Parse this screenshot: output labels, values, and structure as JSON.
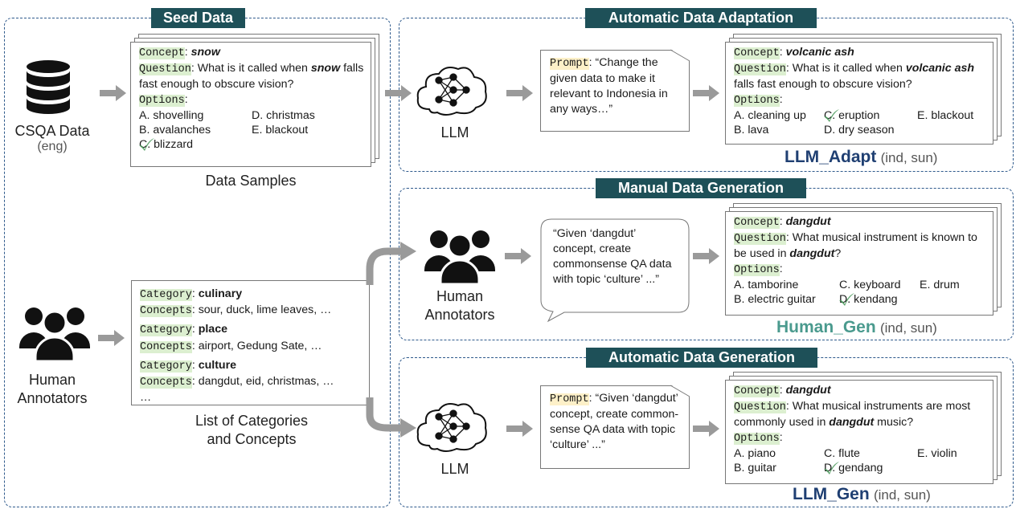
{
  "seed": {
    "title": "Seed Data",
    "csqa_label": "CSQA Data",
    "csqa_sub": "(eng)",
    "data_samples_label": "Data Samples",
    "sample": {
      "concept_key": "Concept",
      "concept_value": "snow",
      "question_key": "Question",
      "question_pre": "What is it called when ",
      "question_em": "snow",
      "question_post": " falls fast enough to obscure vision?",
      "options_key": "Options",
      "options": [
        "A. shovelling",
        "D. christmas",
        "B. avalanches",
        "E. blackout",
        "C. blizzard"
      ]
    },
    "human_label_1": "Human",
    "human_label_2": "Annotators",
    "list_label_1": "List of Categories",
    "list_label_2": "and Concepts",
    "list": {
      "category_key": "Category",
      "concepts_key": "Concepts",
      "items": [
        {
          "category": "culinary",
          "concepts": "sour, duck, lime leaves, …"
        },
        {
          "category": "place",
          "concepts": "airport, Gedung Sate, …"
        },
        {
          "category": "culture",
          "concepts": "dangdut, eid, christmas, …"
        }
      ],
      "ellipsis": "…"
    }
  },
  "adapt": {
    "title": "Automatic Data Adaptation",
    "llm_label": "LLM",
    "prompt_key": "Prompt",
    "prompt_text": ": “Change the given data to make it relevant to Indonesia in any ways…”",
    "sample": {
      "concept_key": "Concept",
      "concept_value": "volcanic ash",
      "question_key": "Question",
      "question_pre": "What is it called when ",
      "question_em": "volcanic ash",
      "question_post": " falls fast enough to obscure vision?",
      "options_key": "Options",
      "options": [
        "A. cleaning up",
        "C. eruption",
        "E. blackout",
        "B. lava",
        "D. dry season"
      ]
    },
    "result_name": "LLM_Adapt",
    "result_ext": "(ind, sun)"
  },
  "manual": {
    "title": "Manual Data Generation",
    "human_label_1": "Human",
    "human_label_2": "Annotators",
    "bubble_text": "“Given ‘dangdut’ concept, create commonsense QA data with topic ‘culture’ ...”",
    "sample": {
      "concept_key": "Concept",
      "concept_value": "dangdut",
      "question_key": "Question",
      "question_pre": "What musical instrument is known to be used in ",
      "question_em": "dangdut",
      "question_post": "?",
      "options_key": "Options",
      "options": [
        "A. tamborine",
        "C. keyboard",
        "E. drum",
        "B. electric guitar",
        "D. kendang"
      ]
    },
    "result_name": "Human_Gen",
    "result_ext": "(ind, sun)"
  },
  "autogen": {
    "title": "Automatic Data Generation",
    "llm_label": "LLM",
    "prompt_key": "Prompt",
    "prompt_text": ": “Given ‘dangdut’ concept, create common-sense QA data with topic ‘culture’ ...”",
    "sample": {
      "concept_key": "Concept",
      "concept_value": "dangdut",
      "question_key": "Question",
      "question_pre": "What musical instruments are most commonly used in ",
      "question_em": "dangdut",
      "question_post": " music?",
      "options_key": "Options",
      "options": [
        "A. piano",
        "C. flute",
        "E. violin",
        "B. guitar",
        "D. gendang"
      ]
    },
    "result_name": "LLM_Gen",
    "result_ext": "(ind, sun)"
  },
  "colors": {
    "title_bg": "#1e5058",
    "panel_border": "#2f5a8c",
    "result_blue": "#1f3f72",
    "result_green": "#4a9a8e",
    "check_green": "#4a9a5b",
    "arrow_gray": "#999999",
    "mono_green_bg": "#dcefd0",
    "prompt_yellow_bg": "#fdf0c8"
  },
  "icons": [
    "database-icon",
    "people-icon",
    "neural-network-cloud-icon",
    "check-icon",
    "arrow-right-icon"
  ]
}
